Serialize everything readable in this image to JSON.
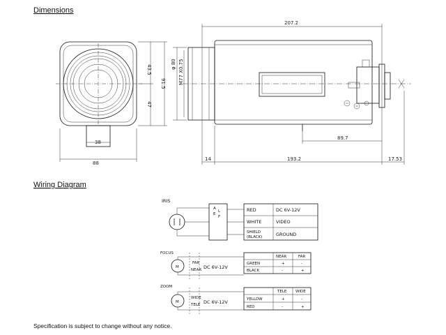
{
  "headings": {
    "dimensions": "Dimensions",
    "wiring": "Wiring Diagram"
  },
  "front_view": {
    "width": "88",
    "mount": "38",
    "height_total": "91.5",
    "height_upper": "43.5",
    "height_lower": "47"
  },
  "side_view": {
    "length_total": "207.2",
    "body_length": "193.2",
    "front_offset": "14",
    "rear_offset": "17.53",
    "mount_offset": "89.7",
    "diameter": "φ 80",
    "thread": "M77 X0.75"
  },
  "wiring": {
    "iris": {
      "label": "IRIS",
      "pins": [
        "A",
        "E",
        "L",
        "F"
      ],
      "rows": [
        {
          "color": "RED",
          "signal": "DC 6V-12V"
        },
        {
          "color": "WHITE",
          "signal": "VIDEO"
        },
        {
          "color": "SHIELD",
          "color2": "(BLACK)",
          "signal": "GROUND"
        }
      ]
    },
    "focus": {
      "label": "FOCUS",
      "motor": "M",
      "ends": [
        "FAR",
        "NEAR"
      ],
      "supply": "DC 6V-12V",
      "headers": [
        "NEAR",
        "FAR"
      ],
      "rows": [
        {
          "wire": "GREEN",
          "a": "+",
          "b": "-"
        },
        {
          "wire": "BLACK",
          "a": "-",
          "b": "+"
        }
      ]
    },
    "zoom": {
      "label": "ZOOM",
      "motor": "M",
      "ends": [
        "WIDE",
        "TELE"
      ],
      "supply": "DC 6V-12V",
      "headers": [
        "TELE",
        "WIDE"
      ],
      "rows": [
        {
          "wire": "YELLOW",
          "a": "+",
          "b": "-"
        },
        {
          "wire": "RED",
          "a": "-",
          "b": "+"
        }
      ]
    }
  },
  "footer": "Specification is subject to change without any notice."
}
